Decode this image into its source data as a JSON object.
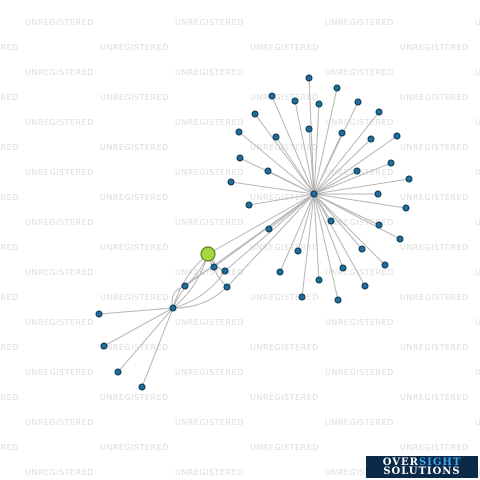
{
  "watermark": "UNREGISTERED",
  "logo": {
    "word1_part1": "OVER",
    "word1_part2": "SIGHT",
    "word2": "SOLUTIONS",
    "colors": {
      "background": "#0b2a4a",
      "primary": "#ffffff",
      "accent": "#3fa9f5"
    }
  },
  "colors": {
    "edge": "#b5b5b5",
    "node_fill": "#1f6e9c",
    "node_stroke": "#0a3550",
    "focus_node_fill": "#a6d83b",
    "focus_node_stroke": "#4b6b12"
  }
}
